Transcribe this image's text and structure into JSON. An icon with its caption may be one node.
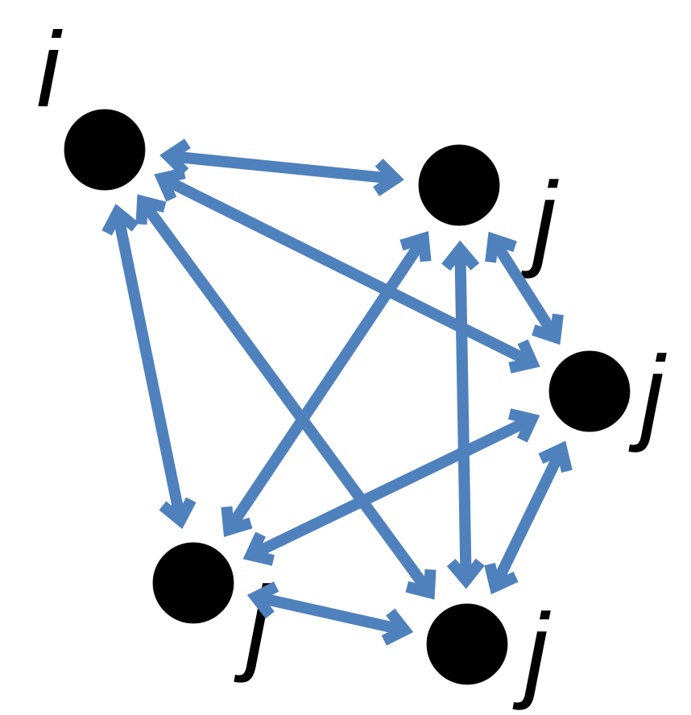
{
  "diagram": {
    "nodes": [
      {
        "text": [],
        "shape": "circle",
        "beside": [
          "i"
        ]
      },
      {
        "text": [],
        "shape": "circle",
        "beside": [
          "j"
        ]
      },
      {
        "text": [],
        "shape": "circle",
        "beside": [
          "j"
        ]
      },
      {
        "text": [],
        "shape": "circle",
        "beside": [
          "j"
        ]
      },
      {
        "text": [],
        "shape": "circle",
        "beside": [
          "j"
        ]
      }
    ],
    "edges": [
      {
        "from": 0,
        "to": 1,
        "arrow": "both"
      },
      {
        "from": 0,
        "to": 2,
        "arrow": "both"
      },
      {
        "from": 0,
        "to": 3,
        "arrow": "both"
      },
      {
        "from": 0,
        "to": 4,
        "arrow": "both"
      },
      {
        "from": 1,
        "to": 2,
        "arrow": "both"
      },
      {
        "from": 1,
        "to": 3,
        "arrow": "both"
      },
      {
        "from": 1,
        "to": 4,
        "arrow": "both"
      },
      {
        "from": 2,
        "to": 3,
        "arrow": "both"
      },
      {
        "from": 2,
        "to": 4,
        "arrow": "both"
      },
      {
        "from": 3,
        "to": 4,
        "arrow": "both"
      }
    ]
  }
}
